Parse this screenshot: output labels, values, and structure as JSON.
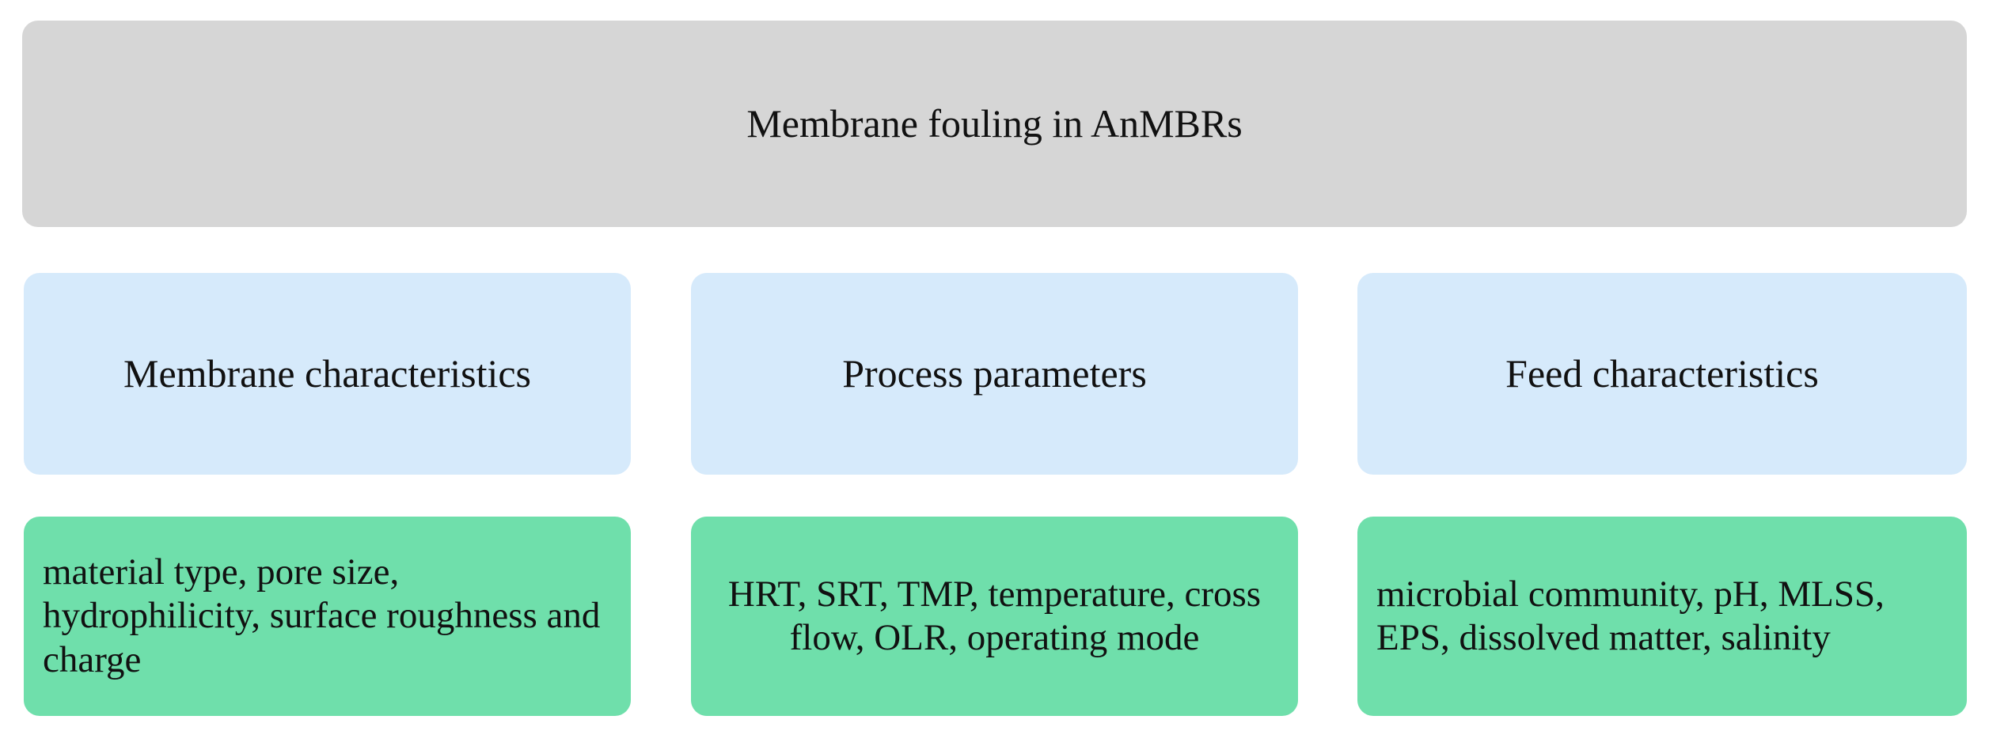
{
  "diagram": {
    "title": "Membrane fouling in AnMBRs",
    "colors": {
      "root_fill": "#d6d6d6",
      "category_fill": "#d6eafb",
      "detail_fill": "#6fdfab",
      "text": "#111111",
      "background": "#ffffff"
    },
    "root": {
      "label": "Membrane fouling in AnMBRs"
    },
    "categories": [
      {
        "label": "Membrane characteristics"
      },
      {
        "label": "Process parameters"
      },
      {
        "label": "Feed characteristics"
      }
    ],
    "details": [
      {
        "label": "material type, pore size, hydrophilicity, surface roughness and charge"
      },
      {
        "label": "HRT, SRT, TMP, temperature, cross flow, OLR, operating mode"
      },
      {
        "label": "microbial community, pH, MLSS, EPS, dissolved matter, salinity"
      }
    ]
  }
}
